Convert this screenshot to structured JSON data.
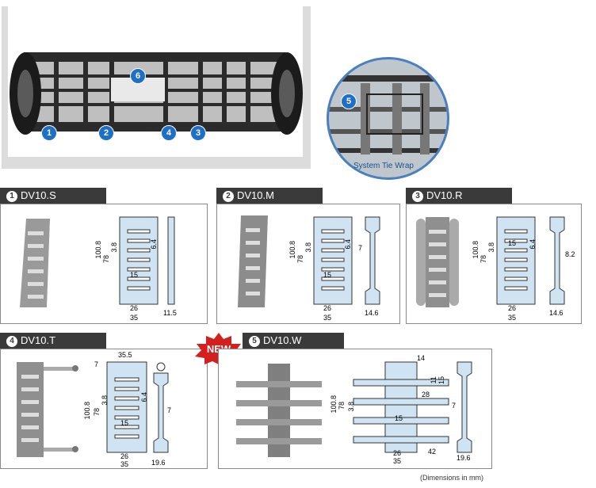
{
  "overview": {
    "callouts": [
      "1",
      "2",
      "4",
      "3",
      "6"
    ],
    "detail_callout": "5",
    "detail_caption": "System Tie Wrap"
  },
  "panels": [
    {
      "num": "1",
      "title": "DV10.S",
      "dims": {
        "height": "100.8",
        "inner": "78",
        "pitch": "3.8",
        "slot": "6.4",
        "center": "15",
        "inner_w": "26",
        "outer_w": "35",
        "side": "11.5"
      }
    },
    {
      "num": "2",
      "title": "DV10.M",
      "dims": {
        "height": "100.8",
        "inner": "78",
        "pitch": "3.8",
        "slot": "6.4",
        "center": "15",
        "inner_w": "26",
        "outer_w": "35",
        "side_w": "7",
        "side": "14.6"
      }
    },
    {
      "num": "3",
      "title": "DV10.R",
      "dims": {
        "height": "100.8",
        "inner": "78",
        "pitch": "3.8",
        "slot": "6.4",
        "center": "15",
        "inner_w": "26",
        "outer_w": "35",
        "side_w": "8.2",
        "side": "14.6"
      }
    },
    {
      "num": "4",
      "title": "DV10.T",
      "dims": {
        "top_w": "35.5",
        "top_h": "7",
        "height": "100.8",
        "inner": "78",
        "pitch": "3.8",
        "slot": "6.4",
        "center": "15",
        "inner_w": "26",
        "outer_w": "35",
        "side_w": "7",
        "side": "19.6"
      }
    },
    {
      "num": "5",
      "title": "DV10.W",
      "badge": "NEW",
      "dims": {
        "top": "14",
        "height": "100.8",
        "inner": "78",
        "pitch": "3.8",
        "a": "11",
        "b": "15",
        "c": "28",
        "center": "15",
        "inner_w": "26",
        "outer_w": "35",
        "right": "42",
        "side_w": "7",
        "side": "19.6"
      }
    }
  ],
  "footnote": "(Dimensions in mm)",
  "colors": {
    "tab": "#3a3a3a",
    "part": "#cfe3f3",
    "callout": "#1e6fc8",
    "border": "#888888"
  }
}
